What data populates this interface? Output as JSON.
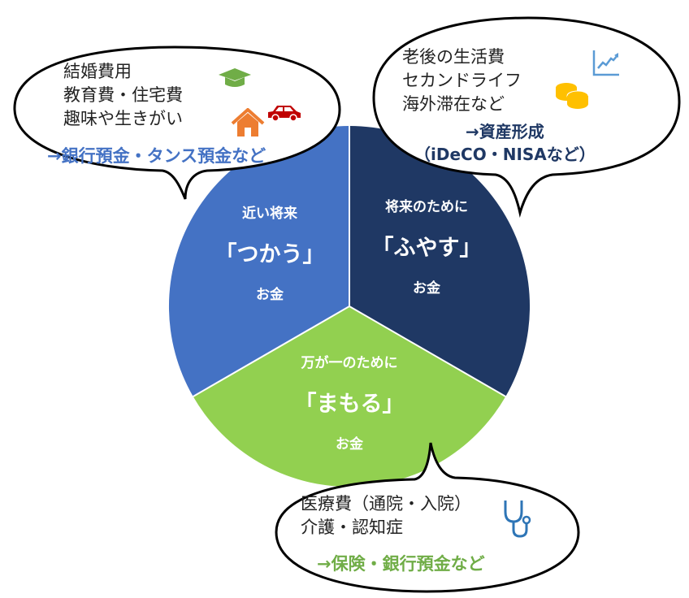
{
  "colors": {
    "use": "#4472C4",
    "grow": "#1F3864",
    "protect": "#92D050",
    "outline": "#000000"
  },
  "segments": {
    "use": {
      "top": "近い将来",
      "main": "「つかう」",
      "bottom": "お金"
    },
    "grow": {
      "top": "将来のために",
      "main": "「ふやす」",
      "bottom": "お金"
    },
    "protect": {
      "top": "万が一のために",
      "main": "「まもる」",
      "bottom": "お金"
    }
  },
  "bubbles": {
    "use": {
      "lines": [
        "結婚費用",
        "教育費・住宅費",
        "趣味や生きがい"
      ],
      "result": "→銀行預金・タンス預金など",
      "icons": [
        "graduation-cap-icon",
        "house-icon",
        "car-icon"
      ]
    },
    "grow": {
      "lines": [
        "老後の生活費",
        "セカンドライフ",
        "海外滞在など"
      ],
      "result": "→資産形成",
      "result2": "（iDeCO・NISAなど）",
      "icons": [
        "chart-up-icon",
        "coins-icon"
      ]
    },
    "protect": {
      "lines": [
        "医療費（通院・入院）",
        "介護・認知症"
      ],
      "result": "→保険・銀行預金など",
      "icons": [
        "stethoscope-icon"
      ]
    }
  }
}
